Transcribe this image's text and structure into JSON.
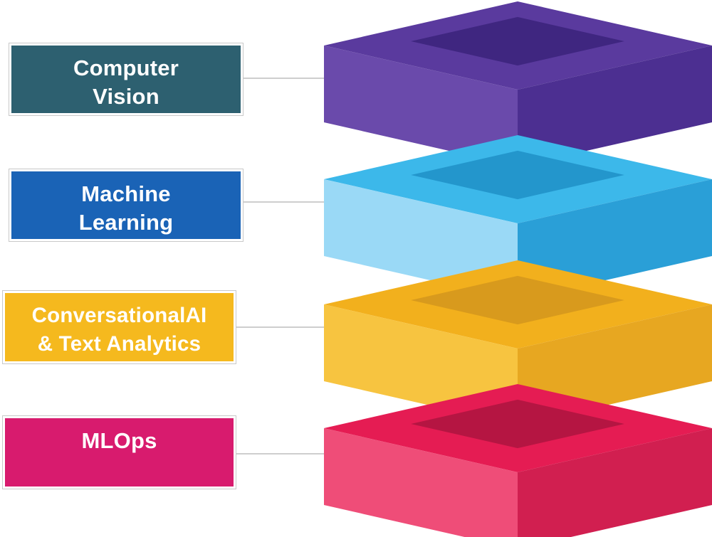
{
  "layers": [
    {
      "id": "computer-vision",
      "label_lines": [
        "Computer",
        "Vision"
      ],
      "label_color": "#2d6070",
      "colors": {
        "top": "#5a3a9e",
        "well": "#3f2680",
        "left": "#6a4aab",
        "right": "#4c2f91"
      }
    },
    {
      "id": "machine-learning",
      "label_lines": [
        "Machine",
        "Learning"
      ],
      "label_color": "#1a63b6",
      "colors": {
        "top": "#3cb8ea",
        "well": "#2396cc",
        "left": "#9ad9f6",
        "right": "#2a9fd7"
      }
    },
    {
      "id": "conversational-ai",
      "label_lines": [
        "ConversationalAI",
        "&  Text Analytics"
      ],
      "label_color": "#f5b91e",
      "colors": {
        "top": "#f2b01d",
        "well": "#d89a1d",
        "left": "#f7c440",
        "right": "#e7a721"
      }
    },
    {
      "id": "mlops",
      "label_lines": [
        "MLOps"
      ],
      "label_color": "#d81b6e",
      "colors": {
        "top": "#e51c53",
        "well": "#b51542",
        "left": "#ef4d78",
        "right": "#d11f50"
      }
    }
  ],
  "connector_color": "#bdbdbd"
}
